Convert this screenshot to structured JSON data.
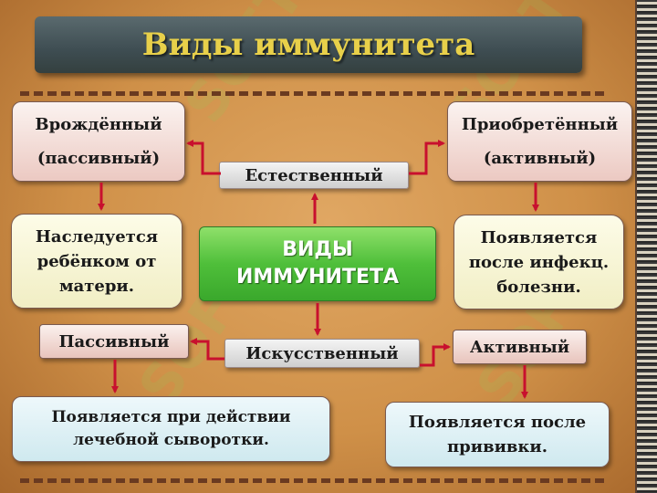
{
  "title": "Виды иммунитета",
  "center": {
    "line1": "ВИДЫ",
    "line2": "ИММУНИТЕТА"
  },
  "natural": "Естественный",
  "artificial": "Искусственный",
  "innate": {
    "line1": "Врождённый",
    "line2": "(пассивный)"
  },
  "acquired": {
    "line1": "Приобретённый",
    "line2": "(активный)"
  },
  "innate_desc": {
    "line1": "Наследуется",
    "line2": "ребёнком от",
    "line3": "матери."
  },
  "acquired_desc": {
    "line1": "Появляется",
    "line2": "после инфекц.",
    "line3": "болезни."
  },
  "passive": "Пассивный",
  "active": "Активный",
  "passive_desc": {
    "line1": "Появляется при действии",
    "line2": "лечебной сыворотки."
  },
  "active_desc": {
    "line1": "Появляется после",
    "line2": "прививки."
  },
  "watermark": "SOFT",
  "colors": {
    "arrow": "#c8102e",
    "title_text": "#e8d04a",
    "center_box": "#4fbf3a"
  }
}
